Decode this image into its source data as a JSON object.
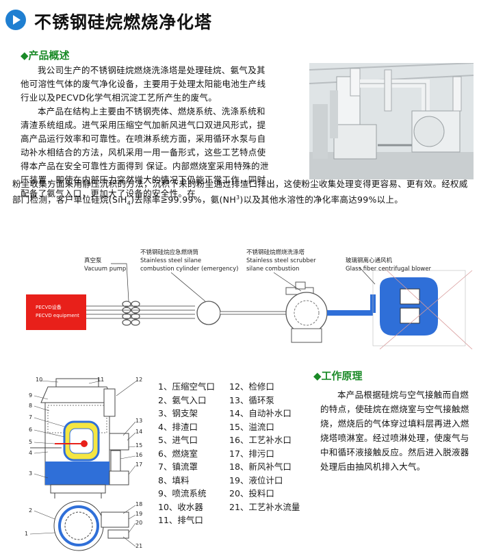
{
  "title": "不锈钢硅烷燃烧净化塔",
  "overview": {
    "heading": "◆产品概述",
    "p1": "我公司生产的不锈钢硅烷燃烧洗涤塔是处理硅烷、氨气及其他可溶性气体的废气净化设备，主要用于处理太阳能电池生产线行业以及PECVD化学气相沉淀工艺所产生的废气。",
    "p2a": "本产品在结构上主要由不锈钢壳体、燃烧系统、洗涤系统和清渣系统组成。进气采用压缩空气加新风进气口双进风形式，提高产品运行效率和可靠性。在喷淋系统方面，采用循环水泵与自动补水相结合的方法，风机采用一用一备形式，这些工艺特点使得本产品在安全可靠性方面得到    保证。内部燃烧室采用特殊的泄压装置，即使在内部压力突然增大的情况下仍能正常工作，同时配备了氨气入口，更加大了设备的安全性。在",
    "p2b": "粉尘收集方面采用静压沉积的方法，沉积下来的粉尘通过排渣口排出，这使粉尘收集处理变得更容易、更有效。经权威部门检测，客户单位硅烷(SiH",
    "p2b_sub": "4",
    "p2c": ")去除率≥99.99%，氨(NH",
    "p2c_sup": "3",
    "p2d": ")以及其他水溶性的净化率高达99%以上。"
  },
  "flow_diagram": {
    "pecvd_cn": "PECVD设备",
    "pecvd_en": "PECVD equipment",
    "vacuum_cn": "真空泵",
    "vacuum_en": "Vacuum pump",
    "cyl_cn": "不锈钢硅烷应急燃烧筒",
    "cyl_en1": "Stainless steel silane",
    "cyl_en2": "combustion cylinder (emergency)",
    "scrub_cn": "不锈钢硅烷燃烧洗涤塔",
    "scrub_en1": "Stainless steel scrubber",
    "scrub_en2": "silane combustion",
    "blower_cn": "玻璃钢离心通风机",
    "blower_en": "Glass fiber centrifugal blower"
  },
  "legend": {
    "col1": [
      "1、压缩空气口",
      "2、氨气入口",
      "3、钢支架",
      "4、排渣口",
      "5、进气口",
      "6、燃烧室",
      "7、镇流罩",
      "8、填料",
      "9、喷流系统",
      "10、收水器",
      "11、排气口"
    ],
    "col2": [
      "12、检修口",
      "13、循环泵",
      "14、自动补水口",
      "15、溢流口",
      "16、工艺补水口",
      "17、排污口",
      "18、新风补气口",
      "19、液位计口",
      "20、投料口",
      "21、工艺补水流量"
    ]
  },
  "part_numbers": [
    "10",
    "11",
    "12",
    "9",
    "8",
    "7",
    "6",
    "5",
    "4",
    "3",
    "13",
    "14",
    "15",
    "16",
    "17",
    "2",
    "18",
    "19",
    "20",
    "1",
    "21"
  ],
  "principle": {
    "heading": "◆工作原理",
    "text": "本产品根据硅烷与空气接触而自燃的特点，使硅烷在燃烧室与空气接触燃烧，燃烧后的气体穿过填料层再进入燃烧塔喷淋室。经过喷淋处理，使废气与中和循环液接触反应。然后进入脱液器处理后由抽风机排入大气。"
  },
  "colors": {
    "accent_green": "#1a8a27",
    "title_blue": "#1f7fd1",
    "pecvd_red": "#e8201a",
    "duct_blue": "#2f6fd8"
  }
}
